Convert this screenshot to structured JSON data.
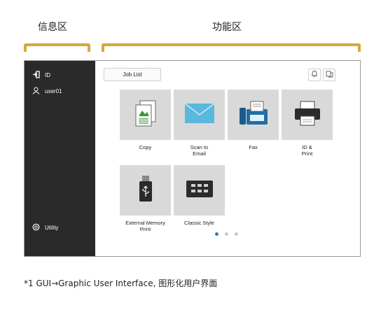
{
  "zones": {
    "info_label": "信息区",
    "function_label": "功能区"
  },
  "colors": {
    "bracket": "#d6a83a",
    "sidebar_bg": "#2a2a2a",
    "tile_bg": "#d9d9d9",
    "active_dot": "#2a7fc1"
  },
  "sidebar": {
    "login_label": "ID",
    "user_label": "user01",
    "utility_label": "Utility",
    "icons": [
      "login-icon",
      "user-icon",
      "gear-icon"
    ]
  },
  "toolbar": {
    "job_list_label": "Job List",
    "icons": [
      "bell-icon",
      "status-icon"
    ]
  },
  "tiles": [
    {
      "label": "Copy",
      "icon": "copy-icon"
    },
    {
      "label": "Scan to\nEmail",
      "icon": "envelope-icon"
    },
    {
      "label": "Fax",
      "icon": "fax-icon"
    },
    {
      "label": "ID &\nPrint",
      "icon": "printer-icon"
    },
    {
      "label": "External Memory\nPrint",
      "icon": "usb-icon"
    },
    {
      "label": "Classic Style",
      "icon": "keypad-icon"
    }
  ],
  "pagination": {
    "total": 3,
    "active": 1
  },
  "footnote": "*1  GUI→Graphic User Interface, 图形化用户界面"
}
